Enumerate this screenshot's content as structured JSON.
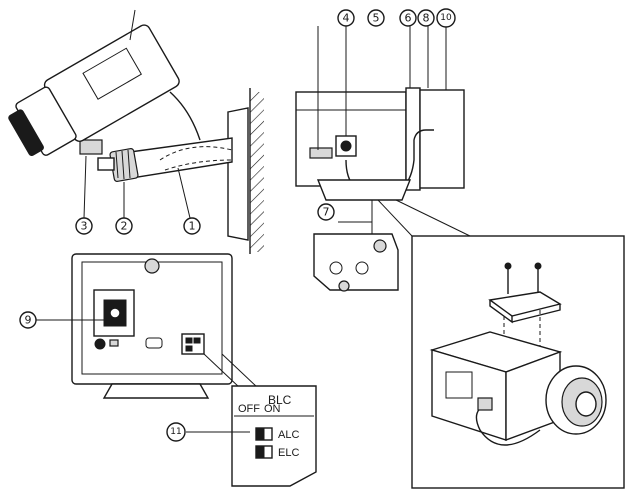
{
  "callouts": {
    "c1": "1",
    "c2": "2",
    "c3": "3",
    "c4": "4",
    "c5": "5",
    "c6": "6",
    "c7": "7",
    "c8": "8",
    "c9": "9",
    "c10": "10",
    "c11": "11"
  },
  "switch_panel": {
    "title": "BLC",
    "off_label": "OFF",
    "on_label": "ON",
    "row1_label": "ALC",
    "row2_label": "ELC"
  }
}
